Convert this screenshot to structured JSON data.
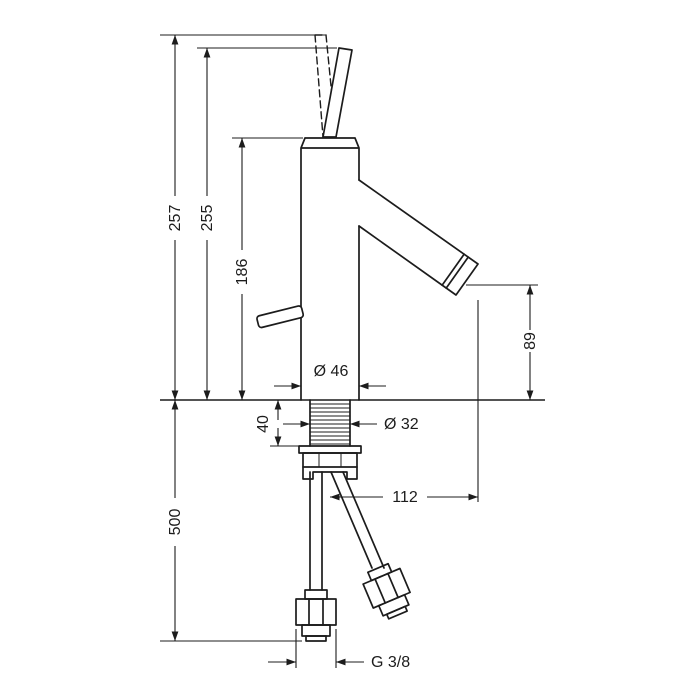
{
  "diagram": {
    "dimensions": {
      "total_height": "257",
      "handle_height": "255",
      "body_height": "186",
      "spout_outlet_height": "89",
      "base_diameter": "Ø 46",
      "shank_diameter": "Ø 32",
      "mounting_depth": "40",
      "spout_reach": "112",
      "hose_length": "500",
      "connection_thread": "G 3/8"
    },
    "colors": {
      "line": "#1c1c1c",
      "background": "#ffffff"
    }
  }
}
